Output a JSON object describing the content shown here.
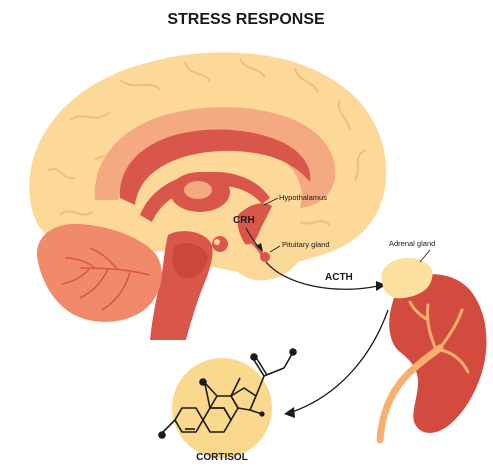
{
  "title": "STRESS RESPONSE",
  "labels": {
    "hypothalamus": "Hypothalamus",
    "crh": "CRH",
    "pituitary": "Pituitary gland",
    "acth": "ACTH",
    "adrenal": "Adrenal gland",
    "cortisol": "CORTISOL"
  },
  "colors": {
    "brain_light": "#fcd999",
    "brain_mid": "#f4a981",
    "brain_dark": "#d9574a",
    "cerebellum": "#f08a6a",
    "kidney": "#d24b3e",
    "adrenal": "#fce0a0",
    "vessel": "#f7b06d",
    "molecule_bg": "#fad98e",
    "ink": "#1a1a1a"
  }
}
